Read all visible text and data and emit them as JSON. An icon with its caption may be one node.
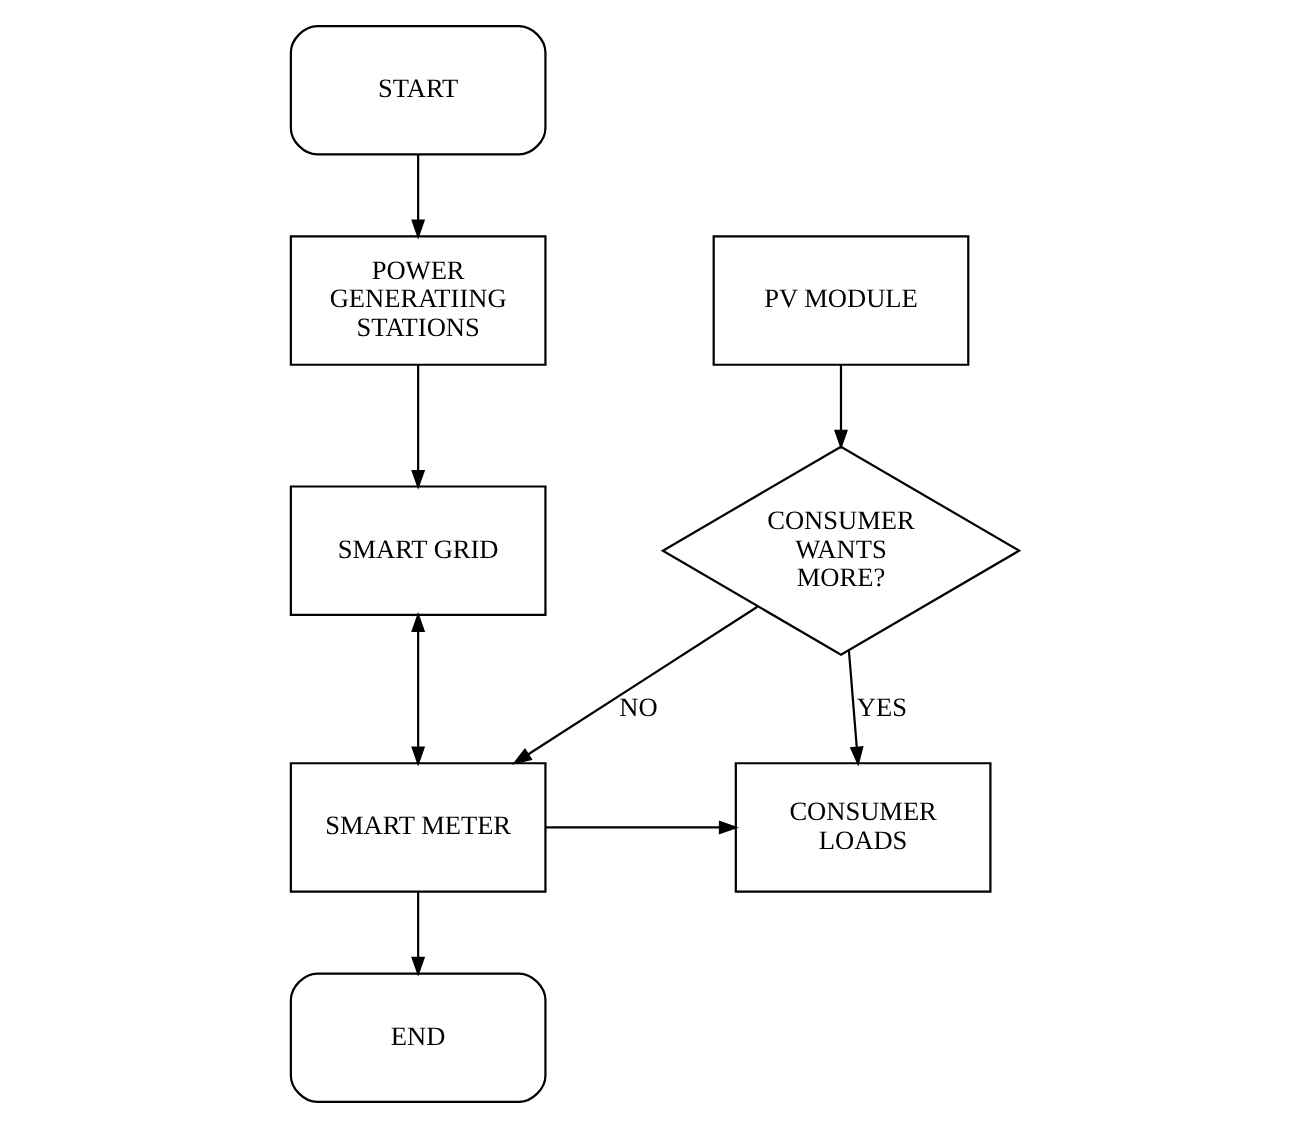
{
  "diagram": {
    "nodes": [
      {
        "text": [
          "START"
        ]
      },
      {
        "text": [
          "POWER GENERATIING STATIONS"
        ]
      },
      {
        "text": [
          "SMART GRID"
        ]
      },
      {
        "text": [
          "SMART METER"
        ]
      },
      {
        "text": [
          "CONSUMER LOADS"
        ]
      },
      {
        "text": [
          "CONSUMER WANTS MORE?"
        ]
      },
      {
        "text": [
          "PV MODULE"
        ]
      },
      {
        "text": [
          "END"
        ]
      }
    ],
    "edges": [
      {
        "from": 0,
        "to": 1,
        "arrow": "to"
      },
      {
        "from": 1,
        "to": 2,
        "arrow": "to"
      },
      {
        "from": 2,
        "to": 3,
        "arrow": "both"
      },
      {
        "from": 3,
        "to": 4,
        "arrow": "to"
      },
      {
        "from": 5,
        "to": 4,
        "arrow": "to",
        "label": "YES"
      },
      {
        "from": 5,
        "to": 3,
        "arrow": "to",
        "label": "NO"
      },
      {
        "from": 6,
        "to": 5,
        "arrow": "to"
      },
      {
        "from": 3,
        "to": 7,
        "arrow": "to"
      }
    ]
  }
}
